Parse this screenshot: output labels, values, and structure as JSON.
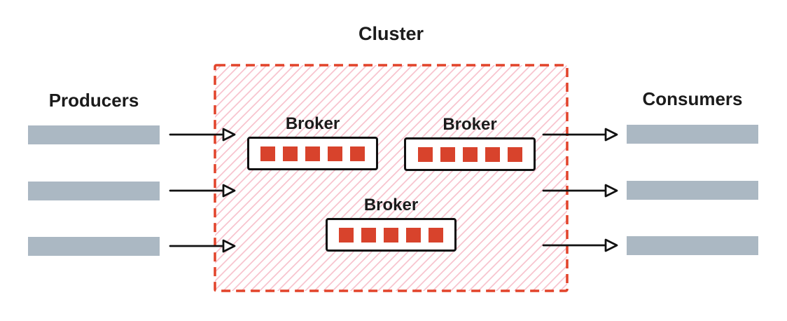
{
  "diagram": {
    "title": "Cluster",
    "producers": {
      "label": "Producers",
      "count": 3
    },
    "consumers": {
      "label": "Consumers",
      "count": 3
    },
    "brokers": [
      {
        "label": "Broker",
        "partitions": 5
      },
      {
        "label": "Broker",
        "partitions": 5
      },
      {
        "label": "Broker",
        "partitions": 5
      }
    ],
    "flows": {
      "producer_arrows": 3,
      "consumer_arrows": 3
    },
    "colors": {
      "accent_red": "#e2432a",
      "partition_red": "#d8432c",
      "hatch_pink": "#f7c3ce",
      "bar_gray": "#abb8c3",
      "text_black": "#1b1b1b",
      "arrow_black": "#111111"
    }
  }
}
